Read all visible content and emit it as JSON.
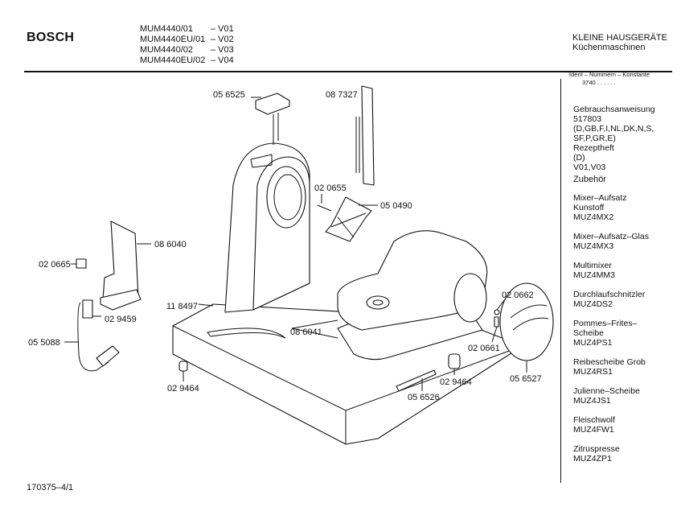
{
  "header": {
    "brand": "BOSCH",
    "models": [
      {
        "model": "MUM4440/01",
        "variant": "– V01"
      },
      {
        "model": "MUM4440EU/01",
        "variant": "– V02"
      },
      {
        "model": "MUM4440/02",
        "variant": "– V03"
      },
      {
        "model": "MUM4440EU/02",
        "variant": "– V04"
      }
    ],
    "category": "KLEINE HAUSGERÄTE",
    "subcategory": "Küchenmaschinen"
  },
  "ident": {
    "label": "Ident – Nummern – Konstante",
    "value": "3740  .  .   .  .  .  ."
  },
  "sidebar": {
    "manual": [
      "Gebrauchsanweisung",
      "517803",
      "(D,GB,F,I,NL,DK,N,S,",
      "SF,P,GR,E)",
      "Rezeptheft",
      "(D)",
      "V01,V03"
    ],
    "accessories_title": "Zubehör",
    "accessories": [
      [
        "Mixer–Aufsatz",
        "Kunstoff",
        "MUZ4MX2"
      ],
      [
        "Mixer–Aufsatz–Glas",
        "MUZ4MX3"
      ],
      [
        "Multimixer",
        "MUZ4MM3"
      ],
      [
        "Durchlaufschnitzler",
        "MUZ4DS2"
      ],
      [
        "Pommes–Frites–",
        "Scheibe",
        "MUZ4PS1"
      ],
      [
        "Reibescheibe Grob",
        "MUZ4RS1"
      ],
      [
        "Julienne–Scheibe",
        "MUZ4JS1"
      ],
      [
        "Fleischwolf",
        "MUZ4FW1"
      ],
      [
        "Zitruspresse",
        "MUZ4ZP1"
      ]
    ]
  },
  "parts": {
    "p056525": "05 6525",
    "p087327": "08 7327",
    "p020655": "02 0655",
    "p050490": "05 0490",
    "p086040": "08 6040",
    "p020665": "02 0665",
    "p029459": "02 9459",
    "p118497": "11 8497",
    "p055088": "05 5088",
    "p086041": "08 6041",
    "p020662": "02 0662",
    "p020661": "02 0661",
    "p056527": "05 6527",
    "p029464a": "02 9464",
    "p029464b": "02 9464",
    "p056526": "05 6526"
  },
  "footer": {
    "drawing_number": "170375–4/1"
  }
}
